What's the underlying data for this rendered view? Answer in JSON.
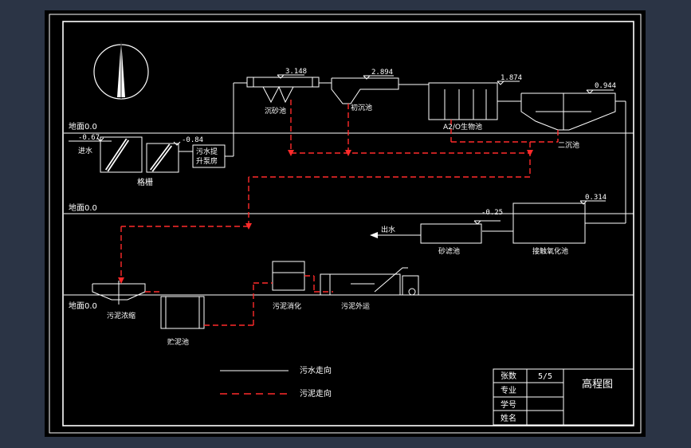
{
  "colors": {
    "background": "#2b3445",
    "paper": "#000000",
    "line": "#ffffff",
    "sludge": "#ff2a2a"
  },
  "ground_labels": {
    "top": "地面0.0",
    "middle": "地面0.0",
    "bottom": "地面0.0"
  },
  "units": {
    "intake_level": "-0.67",
    "intake_label": "进水",
    "screen_level": "-0.84",
    "screen_label": "格栅",
    "pump_label_line1": "污水提",
    "pump_label_line2": "升泵房",
    "grit_level": "3.148",
    "grit_label": "沉砂池",
    "primary_level": "2.894",
    "primary_label": "初沉池",
    "a2o_level": "1.874",
    "a2o_label": "A2/O生物池",
    "secondary_level": "0.944",
    "secondary_label": "二沉池",
    "contact_level": "0.314",
    "contact_label": "接触氧化池",
    "sandfilter_level": "-0.25",
    "sandfilter_label": "砂滤池",
    "outlet_label": "出水",
    "thickener_label": "污泥浓缩",
    "storage_label": "贮泥池",
    "digestion_label": "污泥消化",
    "transport_label": "污泥外运"
  },
  "legend": {
    "water_label": "污水走向",
    "sludge_label": "污泥走向"
  },
  "title_block": {
    "row1_label": "张数",
    "row1_value": "5/5",
    "row2_label": "专业",
    "row3_label": "学号",
    "row4_label": "姓名",
    "title": "高程图"
  },
  "compass_icon": "north-arrow-icon"
}
